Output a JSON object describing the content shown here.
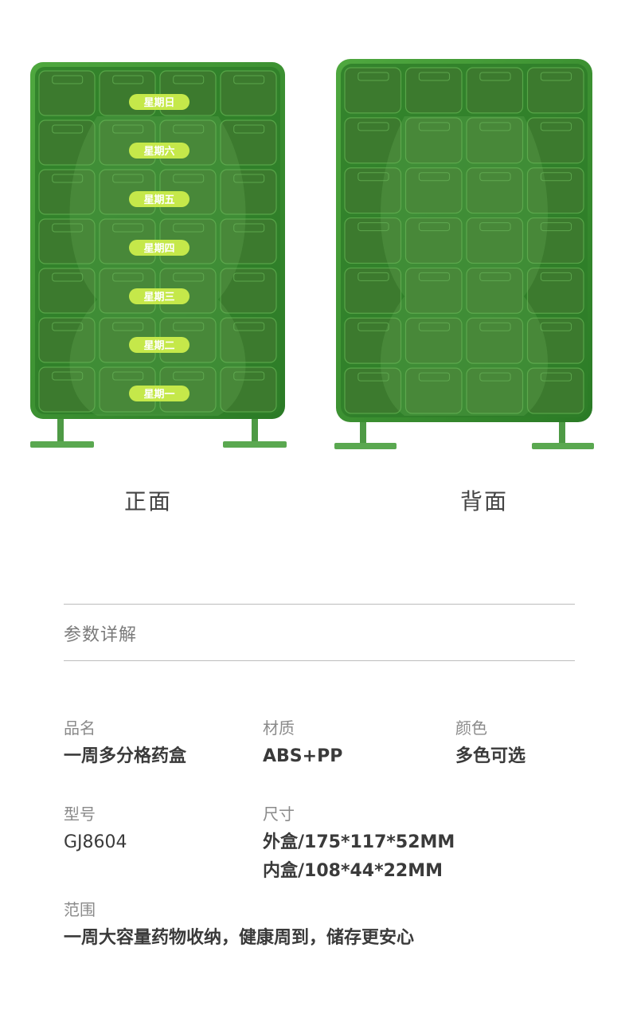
{
  "product": {
    "front_days": [
      "星期日",
      "星期六",
      "星期五",
      "星期四",
      "星期三",
      "星期二",
      "星期一"
    ],
    "box_color": "#2e8a2a",
    "compartment_color": "#3d7a2f",
    "label_pill_color": "#c5e84a"
  },
  "captions": {
    "front": "正面",
    "back": "背面"
  },
  "specs": {
    "section_title": "参数详解",
    "name_label": "品名",
    "name_value": "一周多分格药盒",
    "material_label": "材质",
    "material_value": "ABS+PP",
    "color_label": "颜色",
    "color_value": "多色可选",
    "model_label": "型号",
    "model_value": "GJ8604",
    "size_label": "尺寸",
    "size_outer": "外盒/175*117*52MM",
    "size_inner": "内盒/108*44*22MM",
    "scope_label": "范围",
    "scope_value": "一周大容量药物收纳，健康周到，储存更安心"
  }
}
